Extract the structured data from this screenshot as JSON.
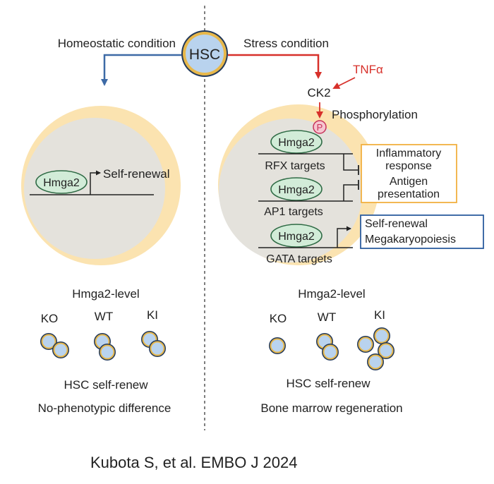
{
  "hsc_label": "HSC",
  "left": {
    "condition": "Homeostatic condition",
    "gene": "Hmga2",
    "target": "Self-renewal",
    "level_title": "Hmga2-level",
    "genotypes": [
      "KO",
      "WT",
      "KI"
    ],
    "result1": "HSC self-renew",
    "result2": "No-phenotypic difference"
  },
  "right": {
    "condition": "Stress condition",
    "signal": "TNFα",
    "kinase": "CK2",
    "phospho_label": "Phosphorylation",
    "phospho_symbol": "P",
    "rows": [
      {
        "gene": "Hmga2",
        "target": "RFX targets"
      },
      {
        "gene": "Hmga2",
        "target": "AP1 targets"
      },
      {
        "gene": "Hmga2",
        "target": "GATA targets"
      }
    ],
    "repressed_box": [
      "Inflammatory",
      "response",
      "Antigen",
      "presentation"
    ],
    "activated_box": [
      "Self-renewal",
      "Megakaryopoiesis"
    ],
    "level_title": "Hmga2-level",
    "genotypes": [
      "KO",
      "WT",
      "KI"
    ],
    "result1": "HSC self-renew",
    "result2": "Bone marrow regeneration"
  },
  "citation": "Kubota S, et al. EMBO J 2024",
  "colors": {
    "cell_outer": "#fbe3b0",
    "cell_inner": "#e4e2dc",
    "oval_fill": "#d2ecd8",
    "oval_stroke": "#2f6b45",
    "hsc_inner": "#b9d3ee",
    "hsc_ring": "#e8b84a",
    "blue_line": "#3d6aa6",
    "red": "#d7302a",
    "orange_box": "#f2b040",
    "blue_box": "#2c5d9e"
  }
}
